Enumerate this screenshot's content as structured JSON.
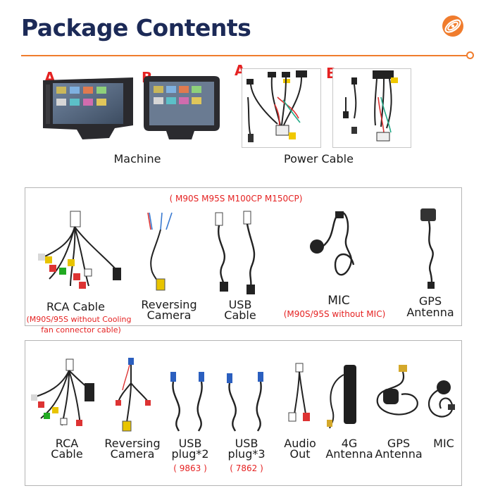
{
  "header": {
    "title": "Package Contents"
  },
  "colors": {
    "accent": "#f07c2d",
    "title": "#1c2a57",
    "red_note": "#e52222"
  },
  "top": {
    "machines": {
      "label_a": "A",
      "label_b": "B",
      "caption": "Machine"
    },
    "power": {
      "label_a": "A",
      "label_b": "B",
      "caption": "Power Cable"
    }
  },
  "panel1": {
    "models_note": "( M90S M95S M100CP M150CP)",
    "items": {
      "rca": {
        "line1": "RCA Cable",
        "note1": "(M90S/95S without Cooling",
        "note2": "fan connector cable)"
      },
      "reversing": {
        "line1": "Reversing",
        "line2": "Camera"
      },
      "usb": {
        "line1": "USB",
        "line2": "Cable"
      },
      "mic": {
        "line1": "MIC",
        "note": "(M90S/95S without MIC)"
      },
      "gps": {
        "line1": "GPS",
        "line2": "Antenna"
      }
    }
  },
  "panel2": {
    "items": {
      "rca": {
        "line1": "RCA",
        "line2": "Cable"
      },
      "reversing": {
        "line1": "Reversing",
        "line2": "Camera"
      },
      "usb2": {
        "line1": "USB",
        "line2": "plug*2",
        "note": "( 9863 )"
      },
      "usb3": {
        "line1": "USB",
        "line2": "plug*3",
        "note": "( 7862 )"
      },
      "audio": {
        "line1": "Audio",
        "line2": "Out"
      },
      "antenna4g": {
        "line1": "4G",
        "line2": "Antenna"
      },
      "gps": {
        "line1": "GPS",
        "line2": "Antenna"
      },
      "mic": {
        "line1": "MIC"
      }
    }
  }
}
